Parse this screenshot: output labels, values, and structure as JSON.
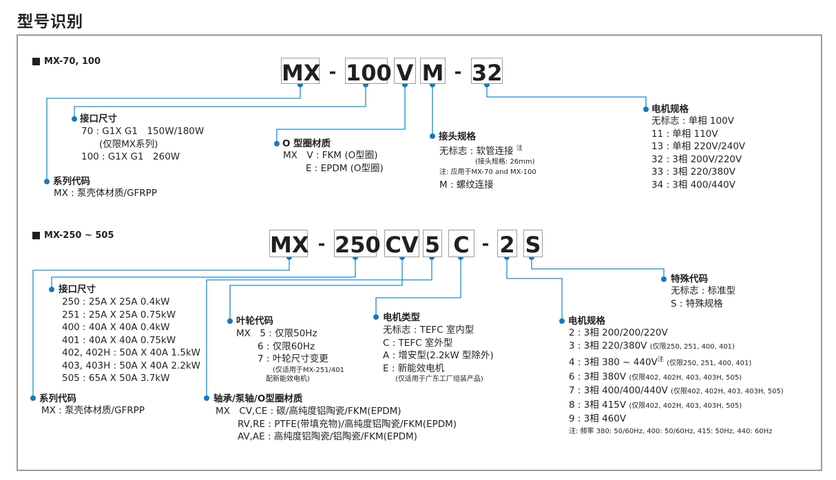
{
  "page_title": "型号识别",
  "top": {
    "section_label": "MX-70, 100",
    "code": {
      "mx": "MX",
      "dash1": "-",
      "size": "100",
      "v": "V",
      "m": "M",
      "dash2": "-",
      "motor": "32"
    },
    "interface": {
      "title": "接口尺寸",
      "lines": [
        "70 : G1X G1　150W/180W",
        "(仅限MX系列)",
        "100 : G1X G1　260W"
      ]
    },
    "series": {
      "title": "系列代码",
      "lines": [
        "MX : 泵壳体材质/GFRPP"
      ]
    },
    "oring": {
      "title": "O 型圈材质",
      "lines": [
        "MX　V : FKM (O型圈)",
        "E : EPDM (O型圈)"
      ]
    },
    "joint": {
      "title": "接头规格",
      "line1": "无标志 : 软管连接",
      "line1_sup": "注",
      "note1": "(接头规格: 26mm)",
      "note2": "注: 应用于MX-70 and MX-100",
      "line2": "M : 螺纹连接"
    },
    "motor": {
      "title": "电机规格",
      "lines": [
        "无标志 : 单相 100V",
        "11 : 单相 110V",
        "13 : 单相 220V/240V",
        "32 : 3相  200V/220V",
        "33 : 3相  220/380V",
        "34 : 3相  400/440V"
      ]
    }
  },
  "bottom": {
    "section_label": "MX-250 ~ 505",
    "code": {
      "mx": "MX",
      "dash1": "-",
      "size": "250",
      "cv": "CV",
      "five": "5",
      "c": "C",
      "dash2": "-",
      "two": "2",
      "s": "S"
    },
    "interface": {
      "title": "接口尺寸",
      "lines": [
        "250 : 25A X 25A  0.4kW",
        "251 : 25A X 25A  0.75kW",
        "400 : 40A X 40A  0.4kW",
        "401 : 40A X 40A  0.75kW",
        "402, 402H : 50A X 40A 1.5kW",
        "403, 403H : 50A X 40A 2.2kW",
        "505 : 65A X 50A  3.7kW"
      ]
    },
    "series": {
      "title": "系列代码",
      "lines": [
        "MX : 泵壳体材质/GFRPP"
      ]
    },
    "impeller": {
      "title": "叶轮代码",
      "lines": [
        "MX　5 : 仅限50Hz",
        "6 : 仅限60Hz",
        "7 : 叶轮尺寸变更"
      ],
      "notes": [
        "(仅适用于MX-251/401",
        "配新能效电机)"
      ]
    },
    "bearing": {
      "title": "轴承/泵轴/O型圈材质",
      "lines": [
        "MX　CV,CE : 碳/高纯度铝陶瓷/FKM(EPDM)",
        "RV,RE : PTFE(带填充物)/高纯度铝陶瓷/FKM(EPDM)",
        "AV,AE : 高纯度铝陶瓷/铝陶瓷/FKM(EPDM)"
      ]
    },
    "motor_type": {
      "title": "电机类型",
      "lines": [
        "无标志 : TEFC 室内型",
        "C : TEFC 室外型",
        "A : 增安型(2.2kW 型除外)",
        "E : 新能效电机"
      ],
      "note": "(仅适用于广东工厂组装产品)"
    },
    "special": {
      "title": "特殊代码",
      "lines": [
        "无标志 : 标准型",
        "S : 特殊规格"
      ]
    },
    "motor": {
      "title": "电机规格",
      "lines": [
        {
          "main": "2 : 3相 200/200/220V",
          "note": ""
        },
        {
          "main": "3 : 3相 220/380V",
          "note": "(仅限250, 251, 400, 401)"
        },
        {
          "main": "4 : 3相 380 ~ 440V",
          "sup": "注",
          "note": "(仅限250, 251, 400, 401)"
        },
        {
          "main": "6 : 3相 380V",
          "note": "(仅限402, 402H, 403, 403H, 505)"
        },
        {
          "main": "7 : 3相 400/400/440V",
          "note": "(仅限402, 402H, 403, 403H, 505)"
        },
        {
          "main": "8 : 3相 415V",
          "note": "(仅限402, 402H, 403, 403H, 505)"
        },
        {
          "main": "9 : 3相 460V",
          "note": ""
        }
      ],
      "footnote": "注: 频率 380: 50/60Hz, 400: 50/60Hz, 415: 50Hz, 440: 60Hz"
    }
  },
  "colors": {
    "line": "#1c8ac9",
    "dot": "#1679bd",
    "border": "#9b9b9b"
  }
}
